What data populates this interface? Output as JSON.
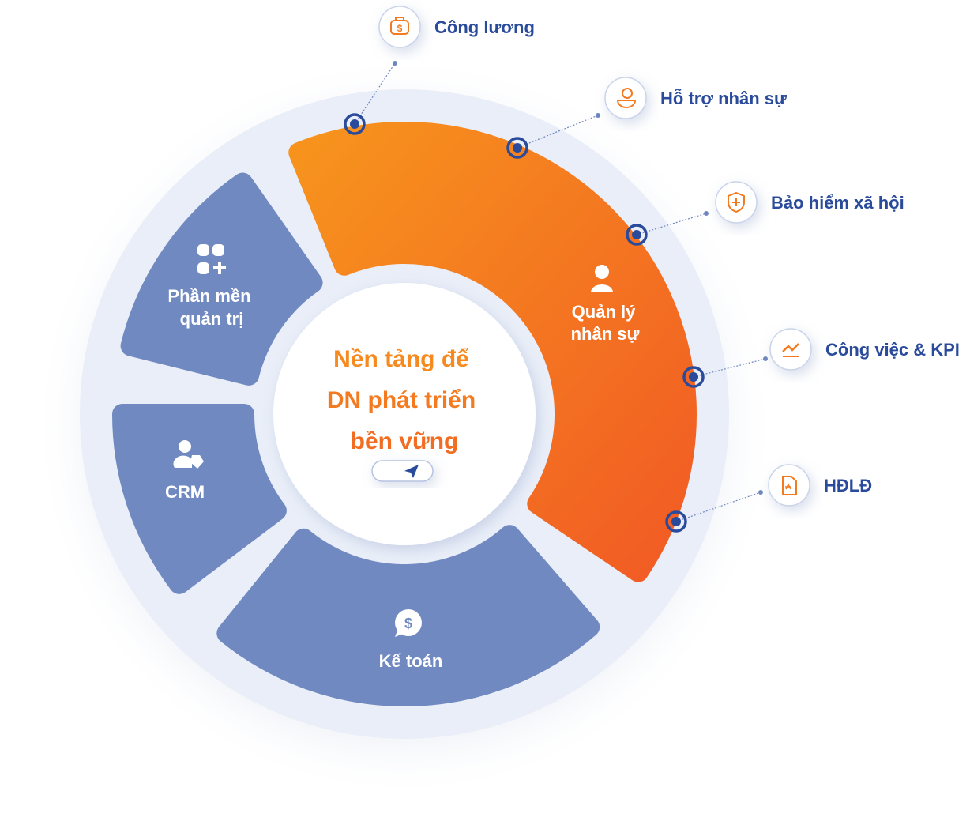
{
  "title": {
    "lines": [
      "Nền tảng để",
      "DN phát triển",
      "bền vững"
    ]
  },
  "segments": {
    "hr": {
      "lines": [
        "Quản lý",
        "nhân sự"
      ],
      "icon": "user-icon"
    },
    "software": {
      "lines": [
        "Phần mền",
        "quản trị"
      ],
      "icon": "apps-add-icon"
    },
    "crm": {
      "lines": [
        "CRM"
      ],
      "icon": "user-tag-icon"
    },
    "accounting": {
      "lines": [
        "Kế toán"
      ],
      "icon": "dollar-chat-icon"
    }
  },
  "callouts": [
    {
      "label": "Công lương",
      "icon": "salary-bag-icon"
    },
    {
      "label": "Hỗ trợ nhân sự",
      "icon": "support-person-icon"
    },
    {
      "label": "Bảo hiểm xã hội",
      "icon": "shield-plus-icon"
    },
    {
      "label": "Công việc & KPI",
      "icon": "chart-trend-icon"
    },
    {
      "label": "HĐLĐ",
      "icon": "contract-document-icon"
    }
  ],
  "colors": {
    "orange_start": "#f7941d",
    "orange_end": "#f15a24",
    "segment_blue": "#7089c0",
    "text_blue": "#2a4b9b",
    "ring": "#e9eef8"
  }
}
